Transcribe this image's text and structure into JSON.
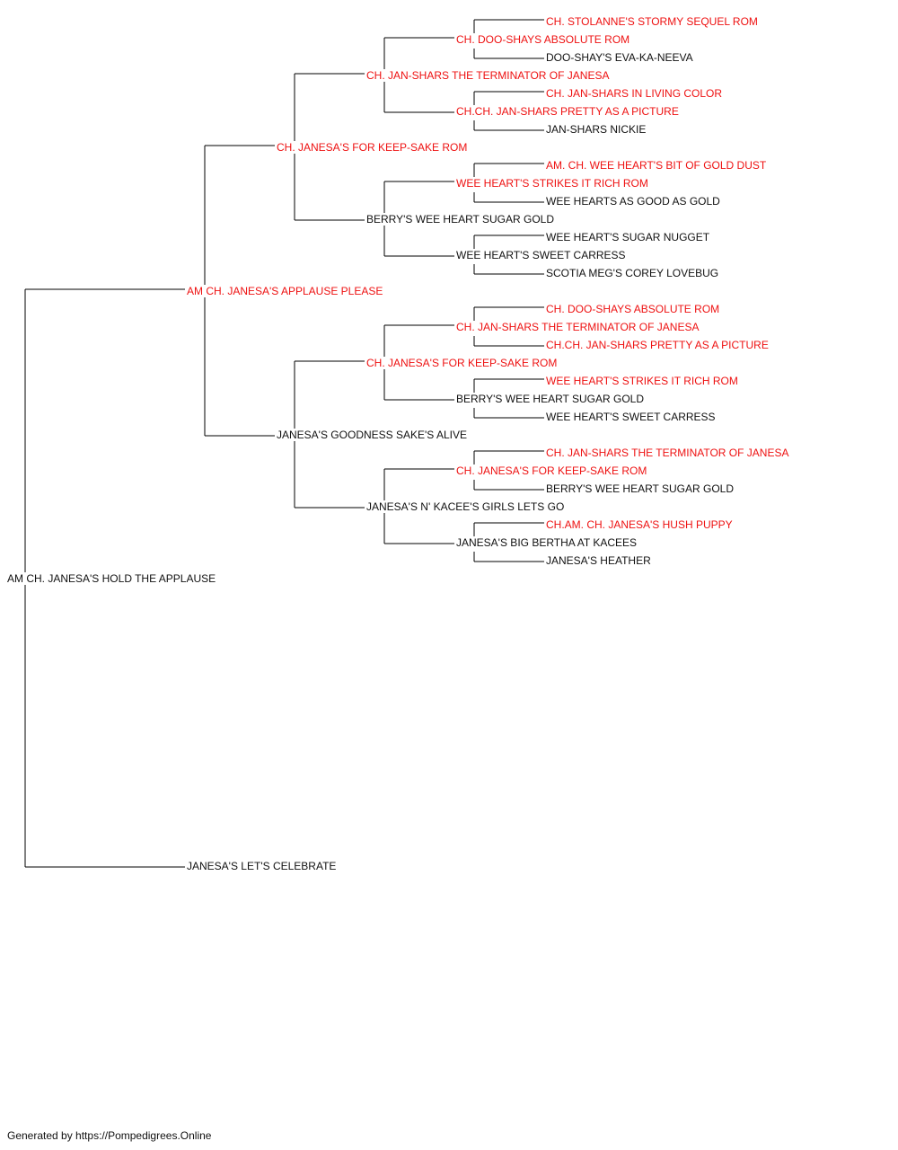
{
  "colors": {
    "titled": "#ee1111",
    "untitled": "#111111",
    "line": "#000000"
  },
  "pedigree": {
    "subject": {
      "name": "AM CH. JANESA'S HOLD THE APPLAUSE",
      "titled": false
    },
    "sire": {
      "name": "AM CH. JANESA'S APPLAUSE PLEASE",
      "titled": true
    },
    "dam": {
      "name": "JANESA'S LET'S CELEBRATE",
      "titled": false
    },
    "sire_sire": {
      "name": "CH. JANESA'S FOR KEEP-SAKE ROM",
      "titled": true
    },
    "sire_dam": {
      "name": "JANESA'S GOODNESS SAKE'S ALIVE",
      "titled": false
    },
    "sire_sire_sire": {
      "name": "CH. JAN-SHARS THE TERMINATOR OF JANESA",
      "titled": true
    },
    "sire_sire_dam": {
      "name": "BERRY'S WEE HEART SUGAR GOLD",
      "titled": false
    },
    "sire_dam_sire": {
      "name": "CH. JANESA'S FOR KEEP-SAKE ROM",
      "titled": true
    },
    "sire_dam_dam": {
      "name": "JANESA'S N' KACEE'S GIRLS LETS GO",
      "titled": false
    },
    "g4": [
      {
        "name": "CH. DOO-SHAYS ABSOLUTE ROM",
        "titled": true
      },
      {
        "name": "CH.CH. JAN-SHARS PRETTY AS A PICTURE",
        "titled": true
      },
      {
        "name": "WEE HEART'S STRIKES IT RICH ROM",
        "titled": true
      },
      {
        "name": "WEE HEART'S SWEET CARRESS",
        "titled": false
      },
      {
        "name": "CH. JAN-SHARS THE TERMINATOR OF JANESA",
        "titled": true
      },
      {
        "name": "BERRY'S WEE HEART SUGAR GOLD",
        "titled": false
      },
      {
        "name": "CH. JANESA'S FOR KEEP-SAKE ROM",
        "titled": true
      },
      {
        "name": "JANESA'S BIG BERTHA AT KACEES",
        "titled": false
      }
    ],
    "g5": [
      {
        "name": "CH. STOLANNE'S STORMY SEQUEL ROM",
        "titled": true
      },
      {
        "name": "DOO-SHAY'S EVA-KA-NEEVA",
        "titled": false
      },
      {
        "name": "CH. JAN-SHARS IN LIVING COLOR",
        "titled": true
      },
      {
        "name": "JAN-SHARS NICKIE",
        "titled": false
      },
      {
        "name": "AM. CH. WEE HEART'S BIT OF GOLD DUST",
        "titled": true
      },
      {
        "name": "WEE HEARTS AS GOOD AS GOLD",
        "titled": false
      },
      {
        "name": "WEE HEART'S SUGAR NUGGET",
        "titled": false
      },
      {
        "name": "SCOTIA MEG'S COREY LOVEBUG",
        "titled": false
      },
      {
        "name": "CH. DOO-SHAYS ABSOLUTE ROM",
        "titled": true
      },
      {
        "name": "CH.CH. JAN-SHARS PRETTY AS A PICTURE",
        "titled": true
      },
      {
        "name": "WEE HEART'S STRIKES IT RICH ROM",
        "titled": true
      },
      {
        "name": "WEE HEART'S SWEET CARRESS",
        "titled": false
      },
      {
        "name": "CH. JAN-SHARS THE TERMINATOR OF JANESA",
        "titled": true
      },
      {
        "name": "BERRY'S WEE HEART SUGAR GOLD",
        "titled": false
      },
      {
        "name": "CH.AM. CH. JANESA'S HUSH PUPPY",
        "titled": true
      },
      {
        "name": "JANESA'S HEATHER",
        "titled": false
      }
    ]
  },
  "footer": "Generated by https://Pompedigrees.Online"
}
